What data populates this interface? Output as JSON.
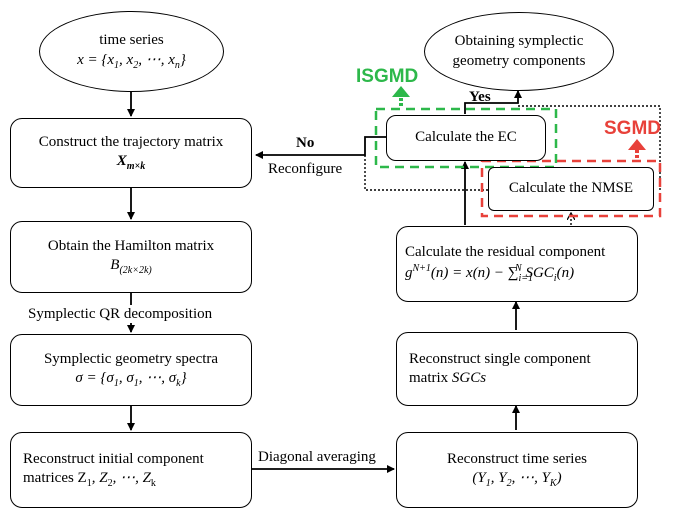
{
  "colors": {
    "isgmd": "#2db84a",
    "sgmd": "#e8413a",
    "line": "#000000"
  },
  "nodes": {
    "time_series": {
      "line1": "time series",
      "line2": "x = {x",
      "line2b": ", x",
      "line2c": ", ⋯, x",
      "line2d": "}"
    },
    "trajectory": {
      "line1": "Construct the trajectory matrix",
      "sym": "X",
      "sub": "m×k"
    },
    "hamilton": {
      "line1": "Obtain the Hamilton matrix",
      "sym": "B",
      "sub": "(2k×2k)"
    },
    "spectra": {
      "line1": "Symplectic geometry spectra",
      "line2": "σ = {σ",
      "line2b": ", σ",
      "line2c": ", ⋯, σ",
      "line2d": "}"
    },
    "initial_component": {
      "line1": "Reconstruct initial component",
      "line2": "matrices Z",
      "line2b": ", Z",
      "line2c": ", ⋯, Z"
    },
    "reconstruct_time": {
      "line1": "Reconstruct time series",
      "line2": "(Y",
      "line2b": ", Y",
      "line2c": ", ⋯, Y",
      "line2d": ")"
    },
    "single_component": {
      "line1": "Reconstruct single component",
      "line2": "matrix ",
      "line2b": "SGCs"
    },
    "residual": {
      "line1": "Calculate the residual component",
      "line2": "g",
      "sup": "N+1",
      "line2b": "(n) = x(n) − ∑",
      "sub_i": "i=1",
      "sup_n": "N",
      "line2c": " SGC",
      "line2d": "(n)"
    },
    "nmse": {
      "label": "Calculate the NMSE"
    },
    "ec": {
      "label": "Calculate the EC"
    },
    "obtaining": {
      "line1": "Obtaining symplectic",
      "line2": "geometry components"
    }
  },
  "edges": {
    "qr_label": "Symplectic QR decomposition",
    "diag_label": "Diagonal averaging",
    "no_label": "No",
    "reconfigure_label": "Reconfigure",
    "yes_label": "Yes"
  },
  "tags": {
    "isgmd": "ISGMD",
    "sgmd": "SGMD"
  }
}
